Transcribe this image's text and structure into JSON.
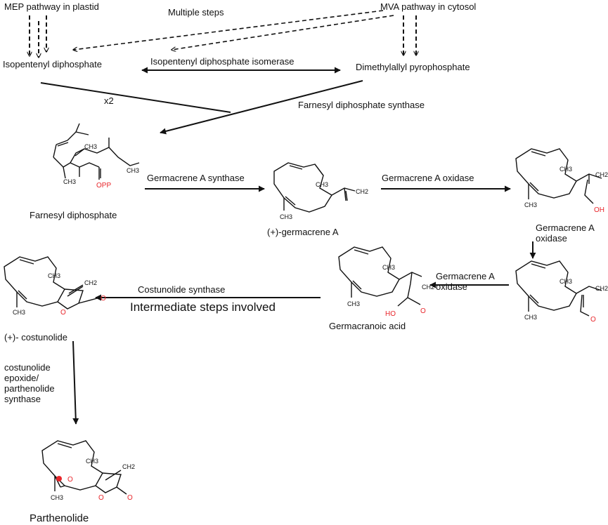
{
  "pathways": {
    "mep": "MEP pathway in plastid",
    "mva": "MVA pathway in cytosol",
    "multiple_steps": "Multiple  steps"
  },
  "compounds": {
    "ipp": "Isopentenyl diphosphate",
    "dmapp": "Dimethylallyl pyrophosphate",
    "fpp": "Farnesyl diphosphate",
    "germacrene_a": "(+)-germacrene A",
    "germacranoic_acid": "Germacranoic acid",
    "costunolide": "(+)- costunolide",
    "parthenolide": "Parthenolide"
  },
  "enzymes": {
    "ipp_isomerase": "Isopentenyl diphosphate isomerase",
    "multiplier": "x2",
    "fpp_synthase": "Farnesyl diphosphate synthase",
    "gas": "Germacrene A synthase",
    "gao_1": "Germacrene  A oxidase",
    "gao_2": [
      "Germacrene  A",
      "oxidase"
    ],
    "gao_3": [
      "Germacrene  A",
      "oxidase"
    ],
    "costunolide_synthase": "Costunolide synthase",
    "intermediate": "Intermediate steps involved",
    "epoxide_synthase": [
      "costunolide",
      "epoxide/",
      "parthenolide",
      "synthase"
    ]
  },
  "atom_labels": {
    "opp": "OPP",
    "ch3": "CH3",
    "ch2": "CH2",
    "oh": "OH",
    "ho": "HO",
    "o": "O"
  },
  "colors": {
    "line": "#111111",
    "heteroatom": "#e8262b"
  }
}
